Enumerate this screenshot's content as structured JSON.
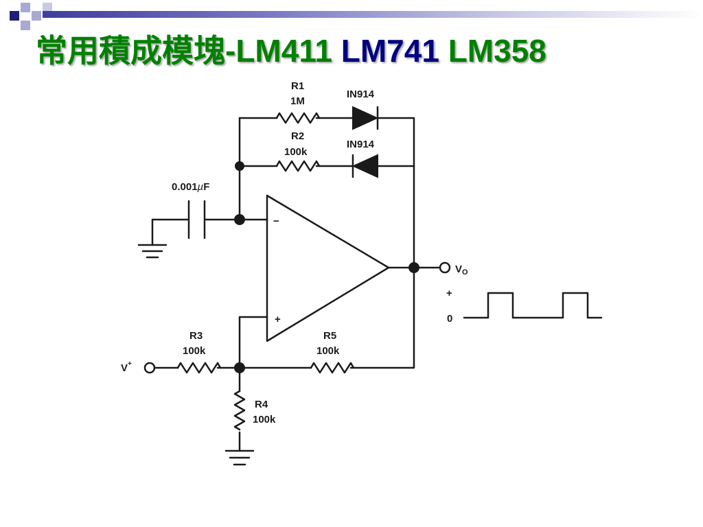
{
  "title": {
    "chinese": "常用積成模塊-",
    "part1": "LM411",
    "part2": "LM741",
    "part3": "LM358"
  },
  "colors": {
    "title_green": "#008000",
    "title_navy": "#000080",
    "deco_navy": "#1f1f7a",
    "deco_light": "#a9a9d6",
    "wire": "#1a1a1a"
  },
  "components": {
    "r1": {
      "name": "R1",
      "value": "1M"
    },
    "r2": {
      "name": "R2",
      "value": "100k"
    },
    "d1": {
      "name": "IN914"
    },
    "d2": {
      "name": "IN914"
    },
    "c1": {
      "value": "0.001",
      "unit": "F"
    },
    "r3": {
      "name": "R3",
      "value": "100k"
    },
    "r4": {
      "name": "R4",
      "value": "100k"
    },
    "r5": {
      "name": "R5",
      "value": "100k"
    }
  },
  "opamp": {
    "inverting": "−",
    "noninverting": "+"
  },
  "terminals": {
    "vplus": "V",
    "vplus_sup": "+",
    "vout": "V",
    "vout_sub": "O"
  },
  "waveform": {
    "high_label": "+",
    "low_label": "0"
  }
}
